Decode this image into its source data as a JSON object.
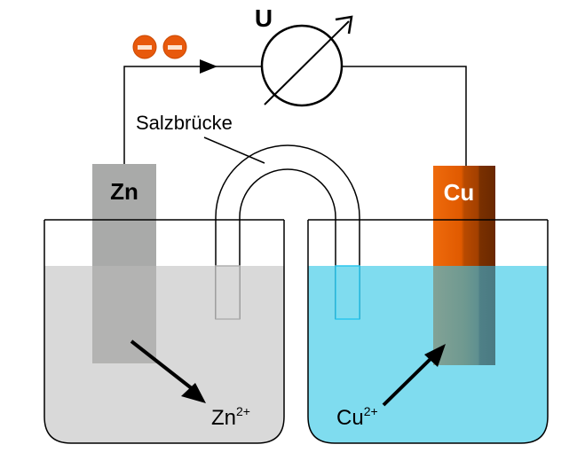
{
  "title": "Galvanic cell (Daniell element)",
  "voltmeter": {
    "label": "U",
    "icon": "voltmeter-icon"
  },
  "electrons": {
    "symbol": "−",
    "count": 2,
    "color": "#e8590c"
  },
  "salt_bridge": {
    "label": "Salzbrücke"
  },
  "anode": {
    "label": "Zn",
    "ion_label": "Zn",
    "ion_charge": "2+",
    "color": "#a9aaa9",
    "solution_color": "#d9d9d9"
  },
  "cathode": {
    "label": "Cu",
    "ion_label": "Cu",
    "ion_charge": "2+",
    "color": "#e05a00",
    "solution_color": "#7fdcef"
  }
}
